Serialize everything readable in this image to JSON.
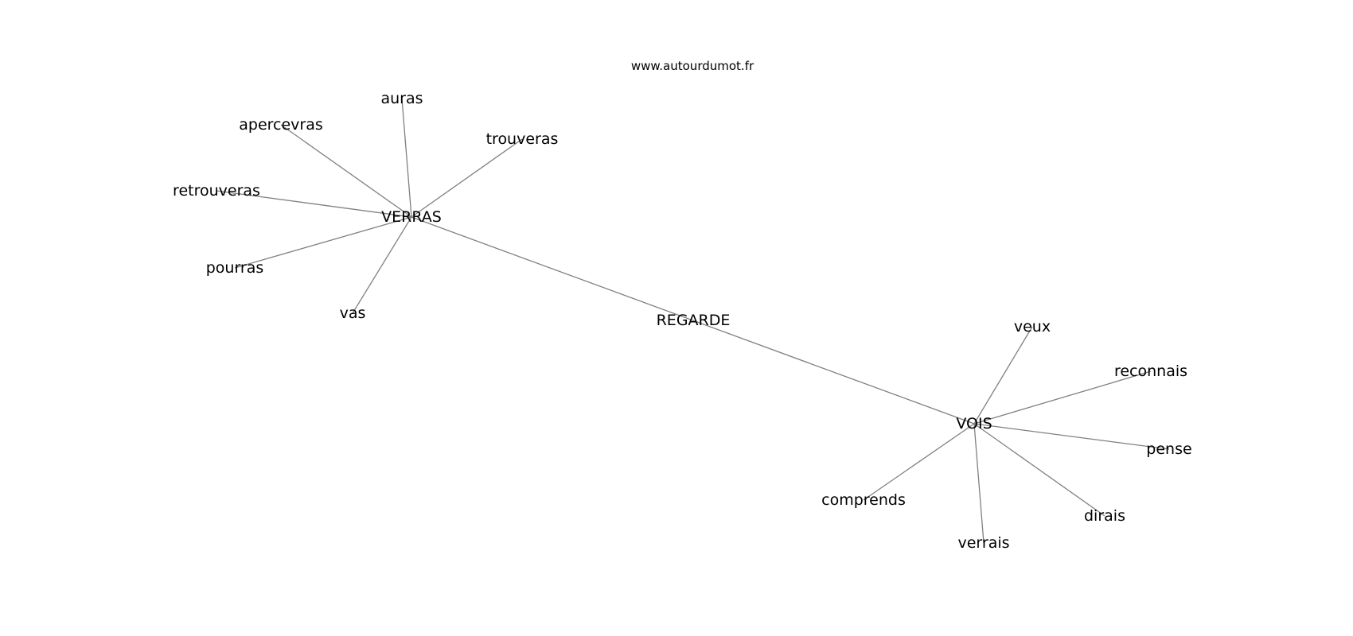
{
  "watermark": "www.autourdumot.fr",
  "colors": {
    "edge": "#808080",
    "text": "#000000",
    "background": "#ffffff"
  },
  "nodes": [
    {
      "id": "regarde",
      "label": "REGARDE"
    },
    {
      "id": "verras",
      "label": "VERRAS"
    },
    {
      "id": "vois",
      "label": "VOIS"
    },
    {
      "id": "auras",
      "label": "auras"
    },
    {
      "id": "apercevras",
      "label": "apercevras"
    },
    {
      "id": "trouveras",
      "label": "trouveras"
    },
    {
      "id": "retrouveras",
      "label": "retrouveras"
    },
    {
      "id": "pourras",
      "label": "pourras"
    },
    {
      "id": "vas",
      "label": "vas"
    },
    {
      "id": "veux",
      "label": "veux"
    },
    {
      "id": "reconnais",
      "label": "reconnais"
    },
    {
      "id": "pense",
      "label": "pense"
    },
    {
      "id": "comprends",
      "label": "comprends"
    },
    {
      "id": "dirais",
      "label": "dirais"
    },
    {
      "id": "verrais",
      "label": "verrais"
    }
  ],
  "edges": [
    [
      "verras",
      "vois"
    ],
    [
      "verras",
      "auras"
    ],
    [
      "verras",
      "apercevras"
    ],
    [
      "verras",
      "trouveras"
    ],
    [
      "verras",
      "retrouveras"
    ],
    [
      "verras",
      "pourras"
    ],
    [
      "verras",
      "vas"
    ],
    [
      "vois",
      "veux"
    ],
    [
      "vois",
      "reconnais"
    ],
    [
      "vois",
      "pense"
    ],
    [
      "vois",
      "comprends"
    ],
    [
      "vois",
      "dirais"
    ],
    [
      "vois",
      "verrais"
    ]
  ]
}
